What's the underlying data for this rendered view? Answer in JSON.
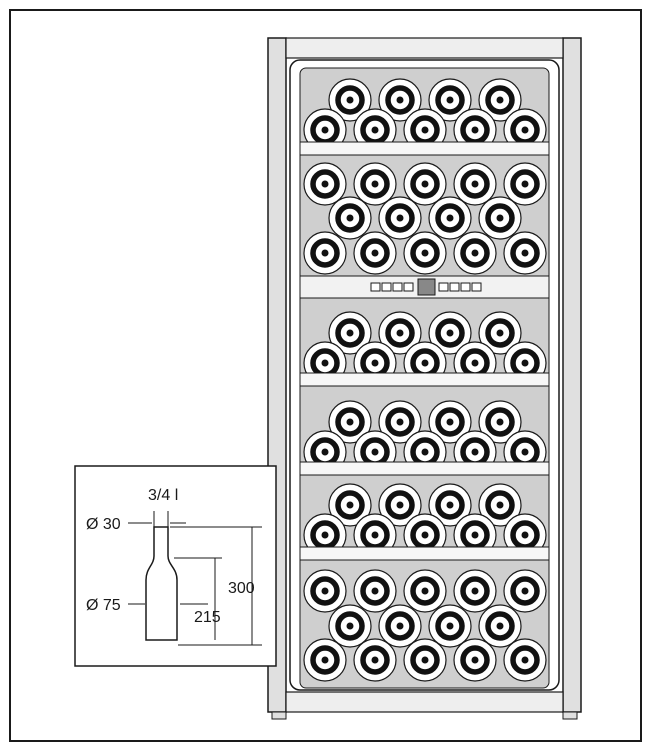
{
  "inset": {
    "volume_label": "3/4 l",
    "neck_diameter_label": "Ø 30",
    "body_diameter_label": "Ø 75",
    "shoulder_height_label": "215",
    "total_height_label": "300"
  },
  "control_panel": {
    "left_indicator_count": 4,
    "right_indicator_count": 4,
    "center_display": "square-display"
  },
  "compartments": [
    {
      "name": "zone-1",
      "rows": [
        4,
        5
      ]
    },
    {
      "name": "zone-2",
      "rows": [
        5,
        4,
        5
      ]
    },
    {
      "name": "zone-3",
      "rows": [
        4,
        5
      ]
    },
    {
      "name": "zone-4",
      "rows": [
        4,
        5
      ]
    },
    {
      "name": "zone-5",
      "rows": [
        4,
        5
      ]
    },
    {
      "name": "zone-6",
      "rows": [
        5,
        4,
        5
      ]
    }
  ],
  "colors": {
    "line": "#1a1a1a",
    "cabinet_frame": "#e0e0e0",
    "interior": "#cfcfcf",
    "shelf": "#f7f7f7",
    "bottle_outer": "#ffffff",
    "bottle_ring": "#111111",
    "display": "#888888"
  }
}
